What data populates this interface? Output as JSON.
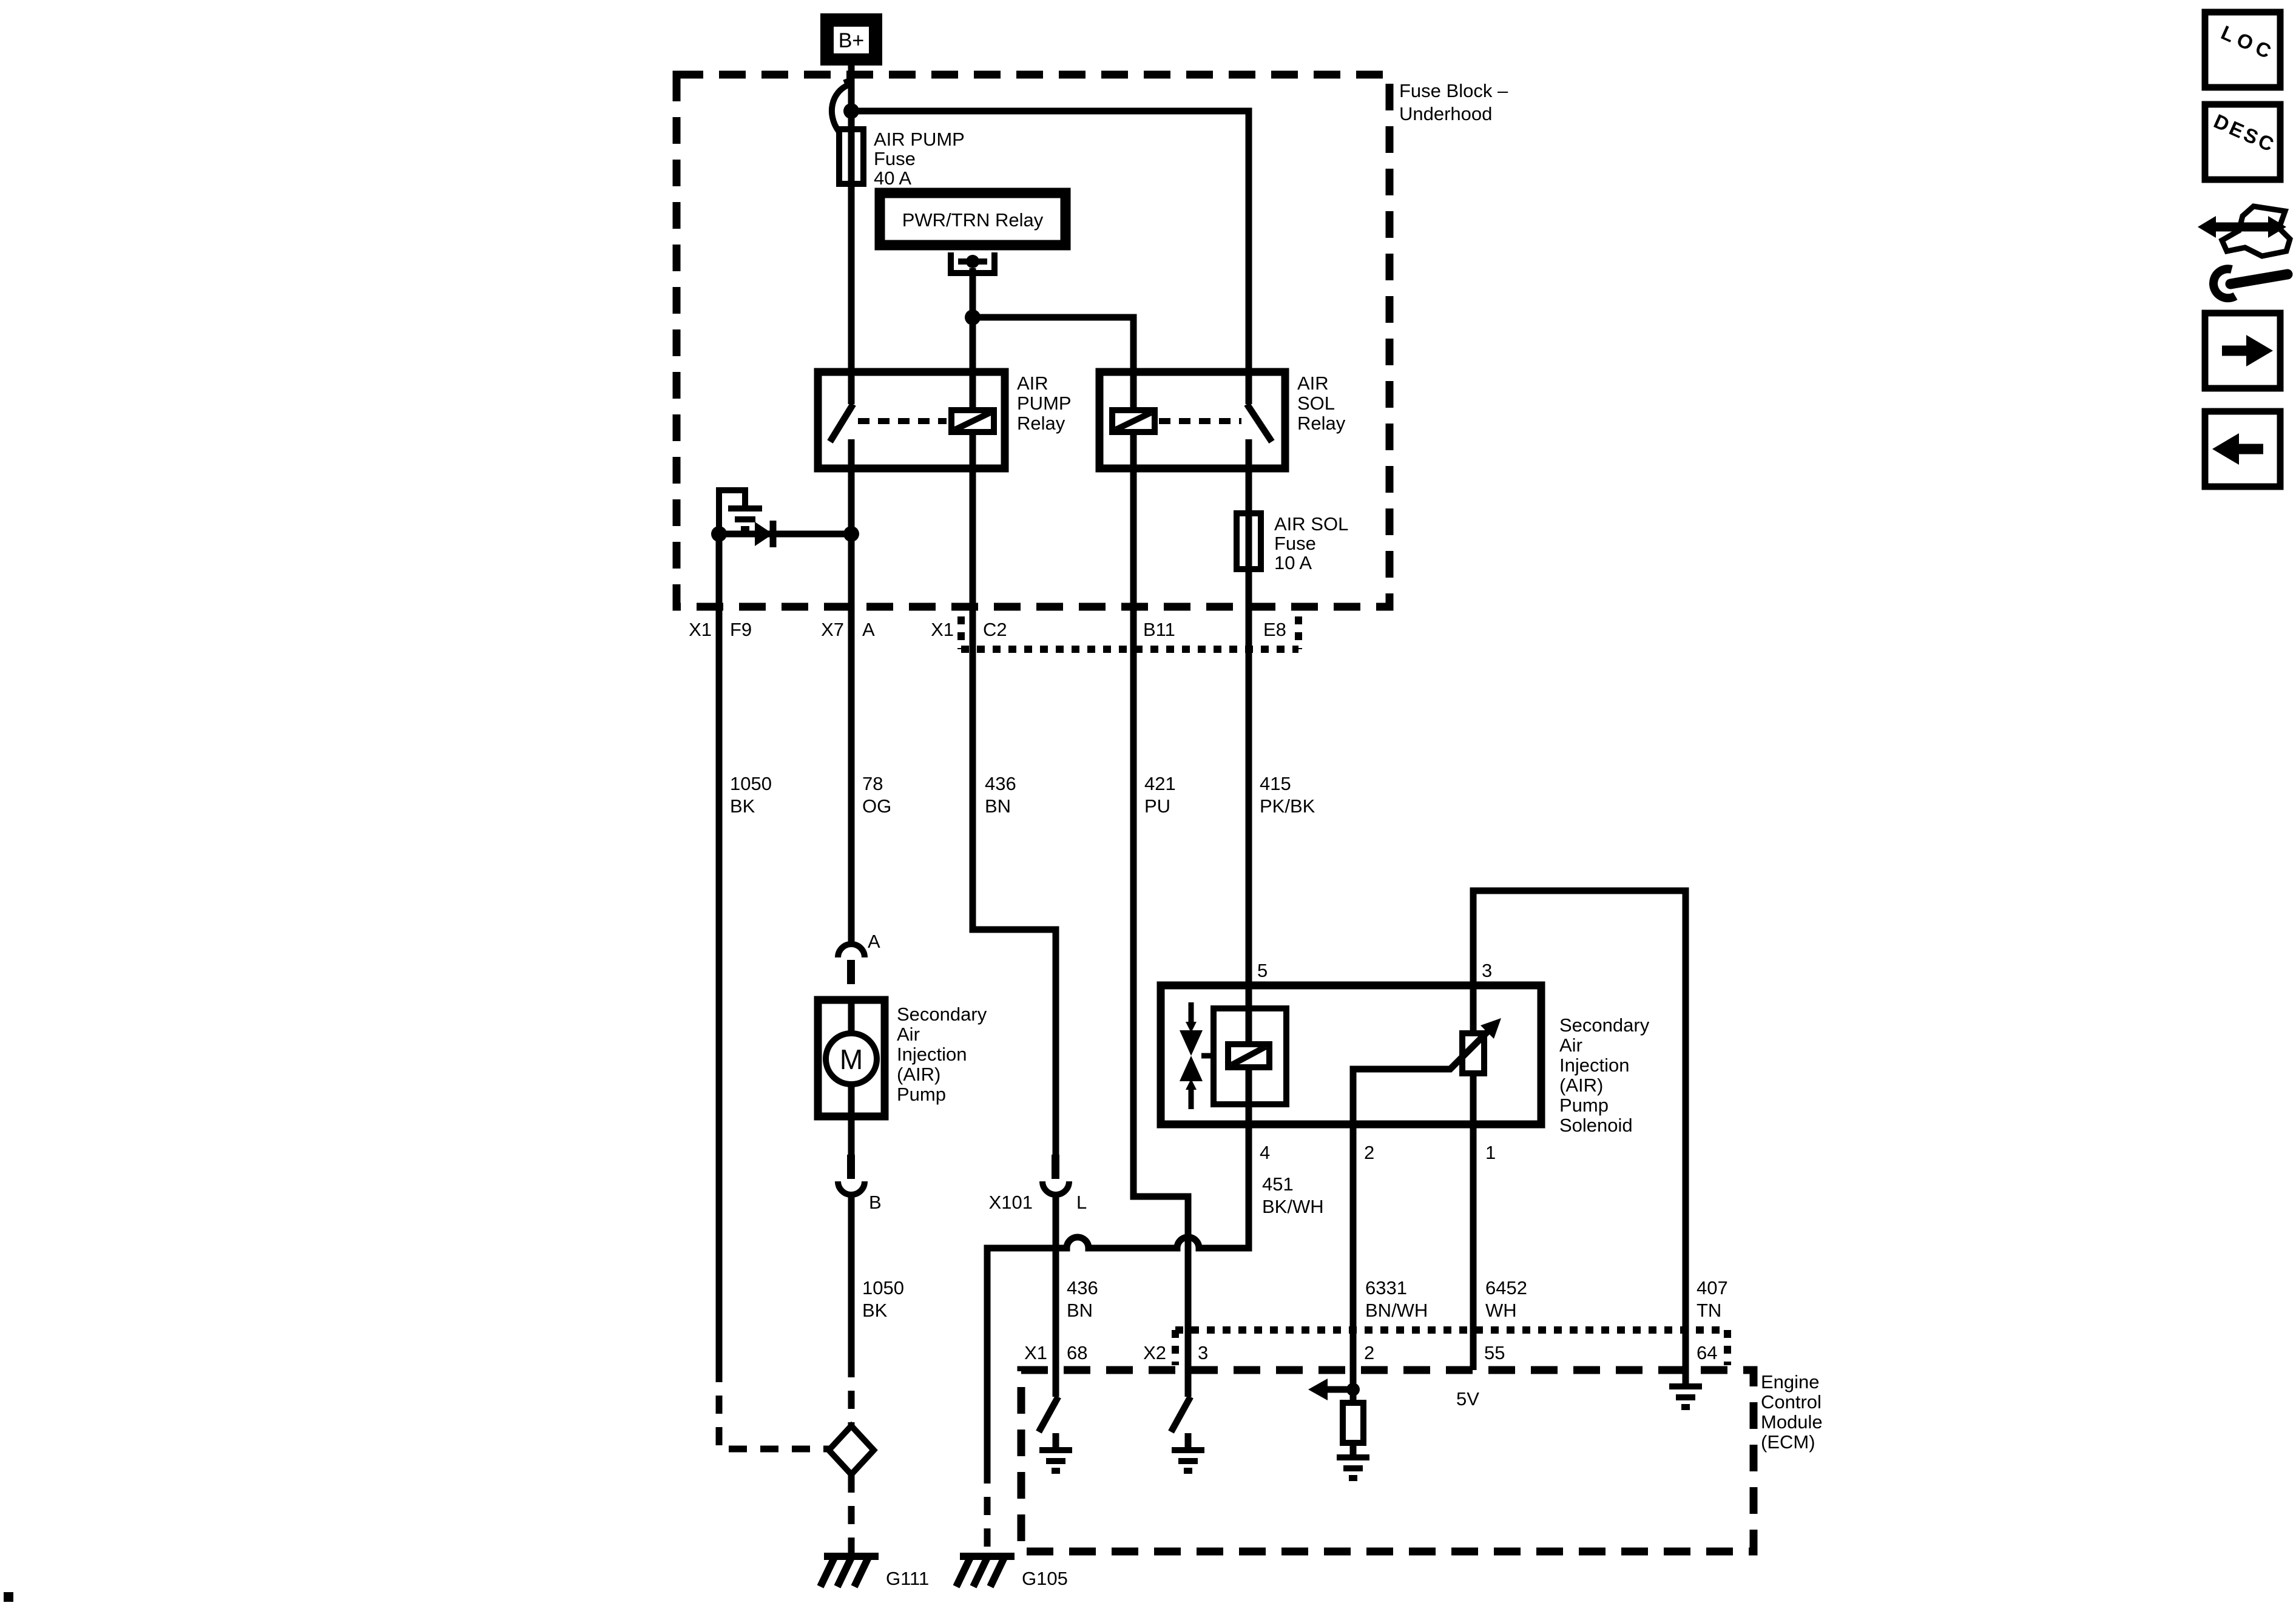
{
  "colors": {
    "ink": "#000000",
    "paper": "#ffffff"
  },
  "nav": {
    "loc": "LOC",
    "desc": "DESC"
  },
  "fuse_block": {
    "title_line1": "Fuse Block –",
    "title_line2": "Underhood",
    "battery": "B+",
    "air_pump_fuse": [
      "AIR PUMP",
      "Fuse",
      "40 A"
    ],
    "air_sol_fuse": [
      "AIR SOL",
      "Fuse",
      "10 A"
    ],
    "pwr_trn_relay": "PWR/TRN Relay",
    "air_pump_relay": [
      "AIR",
      "PUMP",
      "Relay"
    ],
    "air_sol_relay": [
      "AIR",
      "SOL",
      "Relay"
    ],
    "pins": {
      "x1a": "X1",
      "f9": "F9",
      "x7": "X7",
      "a": "A",
      "x1b": "X1",
      "c2": "C2",
      "b11": "B11",
      "e8": "E8"
    }
  },
  "wires": {
    "w1050": {
      "circuit": "1050",
      "color": "BK"
    },
    "w78": {
      "circuit": "78",
      "color": "OG"
    },
    "w436": {
      "circuit": "436",
      "color": "BN"
    },
    "w421": {
      "circuit": "421",
      "color": "PU"
    },
    "w415": {
      "circuit": "415",
      "color": "PK/BK"
    },
    "w451": {
      "circuit": "451",
      "color": "BK/WH"
    },
    "w1050b": {
      "circuit": "1050",
      "color": "BK"
    },
    "w436b": {
      "circuit": "436",
      "color": "BN"
    },
    "w6331": {
      "circuit": "6331",
      "color": "BN/WH"
    },
    "w6452": {
      "circuit": "6452",
      "color": "WH"
    },
    "w407": {
      "circuit": "407",
      "color": "TN"
    }
  },
  "pump": {
    "label": [
      "Secondary",
      "Air",
      "Injection",
      "(AIR)",
      "Pump"
    ],
    "motor": "M",
    "pin_a": "A",
    "pin_b": "B"
  },
  "inline_connector": {
    "name": "X101",
    "pin": "L"
  },
  "solenoid": {
    "label": [
      "Secondary",
      "Air",
      "Injection",
      "(AIR)",
      "Pump",
      "Solenoid"
    ],
    "pin5": "5",
    "pin3": "3",
    "pin4": "4",
    "pin2": "2",
    "pin1": "1"
  },
  "ecm": {
    "label": [
      "Engine",
      "Control",
      "Module",
      "(ECM)"
    ],
    "pins": {
      "x1": "X1",
      "p68": "68",
      "x2": "X2",
      "p3": "3",
      "p2": "2",
      "p55": "55",
      "p64": "64"
    },
    "ref_voltage": "5V"
  },
  "grounds": {
    "g111": "G111",
    "g105": "G105"
  }
}
